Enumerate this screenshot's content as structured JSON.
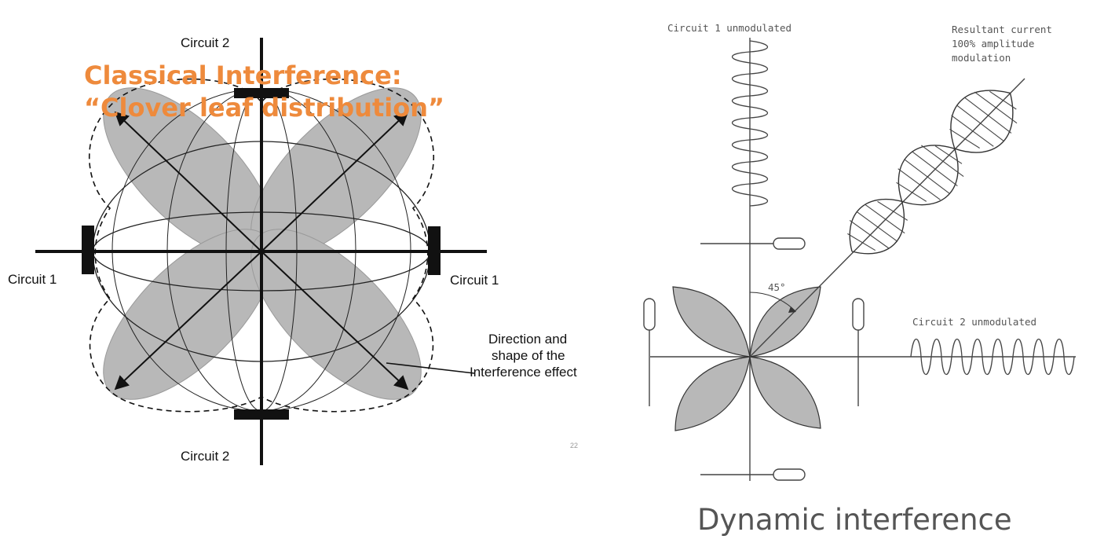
{
  "left_diagram": {
    "title_line1": "Classical Interference:",
    "title_line2": "“Clover leaf distribution”",
    "label_circuit2_top": "Circuit 2",
    "label_circuit2_bottom": "Circuit 2",
    "label_circuit1_left": "Circuit 1",
    "label_circuit1_right": "Circuit 1",
    "direction_line1": "Direction and",
    "direction_line2": "shape of the",
    "direction_line3": "Interference effect",
    "page_number": "22"
  },
  "right_diagram": {
    "circuit1_label": "Circuit 1 unmodulated",
    "resultant_line1": "Resultant current",
    "resultant_line2": "100% amplitude",
    "resultant_line3": "modulation",
    "angle_label": "45°",
    "circuit2_label": "Circuit 2 unmodulated",
    "caption": "Dynamic interference"
  },
  "colors": {
    "title": "#ee8a3c",
    "leaf_fill": "#b5b5b5",
    "line": "#111111"
  }
}
